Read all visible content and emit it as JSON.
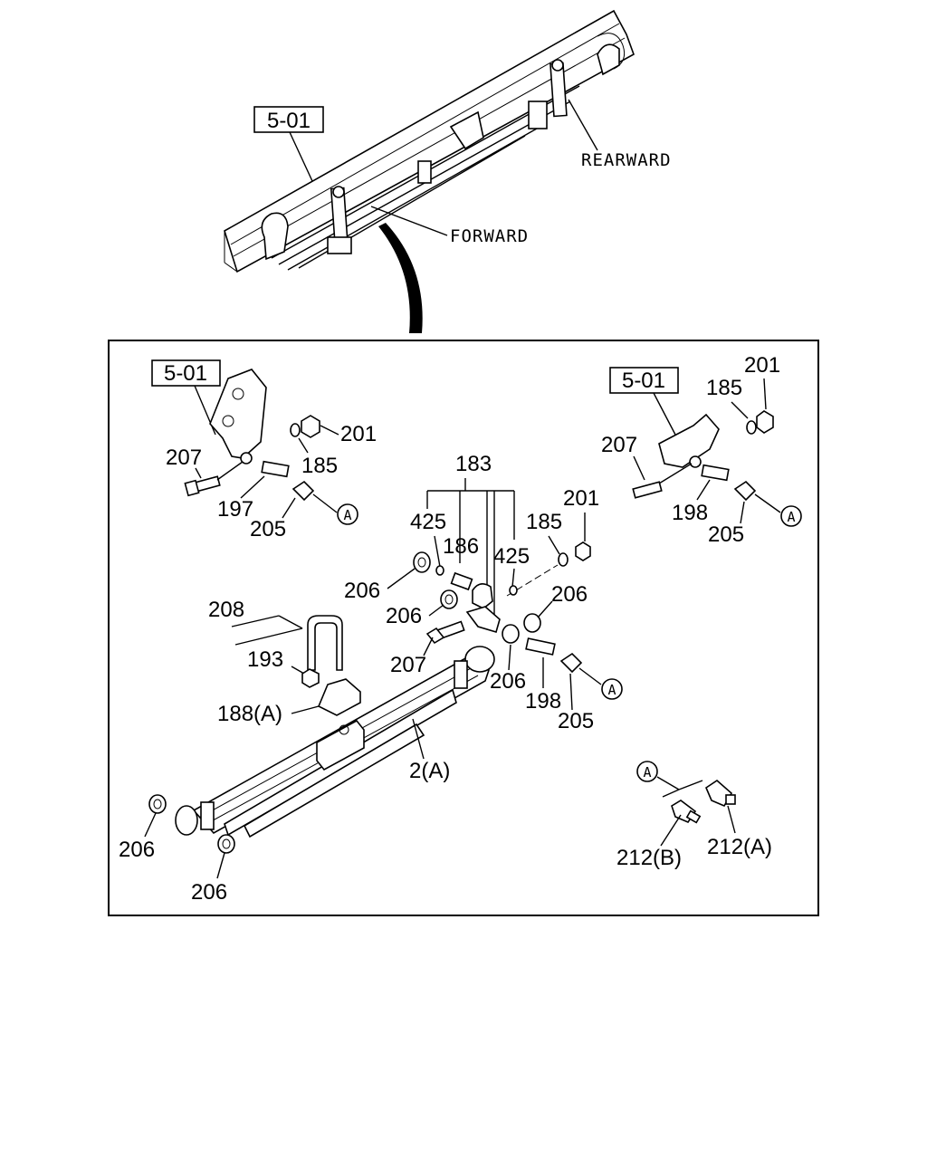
{
  "overview": {
    "ref_box": "5-01",
    "direction_forward": "FORWARD",
    "direction_rearward": "REARWARD"
  },
  "detail": {
    "ref_box_left": "5-01",
    "ref_box_right": "5-01",
    "callout_symbol": "A",
    "labels": {
      "p201_left": "201",
      "p185_left": "185",
      "p207_left": "207",
      "p197": "197",
      "p205_left": "205",
      "p183": "183",
      "p425_left": "425",
      "p186": "186",
      "p425_right": "425",
      "p185_mid": "185",
      "p201_mid": "201",
      "p201_right": "201",
      "p185_right": "185",
      "p207_right": "207",
      "p198_right": "198",
      "p205_right": "205",
      "p206_a": "206",
      "p206_b": "206",
      "p206_c": "206",
      "p206_d": "206",
      "p208": "208",
      "p193": "193",
      "p207_mid": "207",
      "p198_mid": "198",
      "p205_mid": "205",
      "p188a": "188(A)",
      "p2a": "2(A)",
      "p206_e": "206",
      "p206_f": "206",
      "p212b": "212(B)",
      "p212a": "212(A)"
    }
  }
}
